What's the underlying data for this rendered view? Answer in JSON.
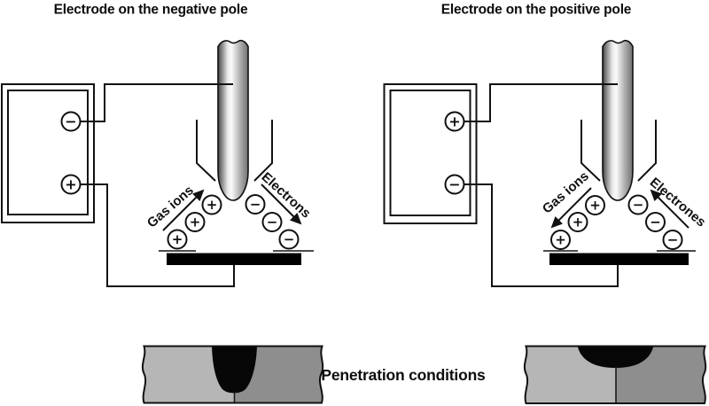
{
  "left_diagram": {
    "title": "Electrode on the negative pole",
    "power_source": {
      "top_terminal": "−",
      "bottom_terminal": "+"
    },
    "gas_ions_label": "Gas ions",
    "electrons_label": "Electrons",
    "gas_ion_symbol": "+",
    "electron_symbol": "−"
  },
  "right_diagram": {
    "title": "Electrode on the positive pole",
    "power_source": {
      "top_terminal": "+",
      "bottom_terminal": "−"
    },
    "gas_ions_label": "Gas ions",
    "electrons_label": "Electrones",
    "gas_ion_symbol": "+",
    "electron_symbol": "−"
  },
  "penetration_section": {
    "label": "Penetration conditions"
  },
  "colors": {
    "background": "#ffffff",
    "line": "#111111",
    "workpiece": "#000000",
    "weld_metal": "#070707",
    "plate_light_gray": "#b6b6b6",
    "plate_dark_gray": "#8e8e8e",
    "electrode_edge_dark": "#3d3d3d",
    "electrode_highlight": "#fafafa"
  }
}
